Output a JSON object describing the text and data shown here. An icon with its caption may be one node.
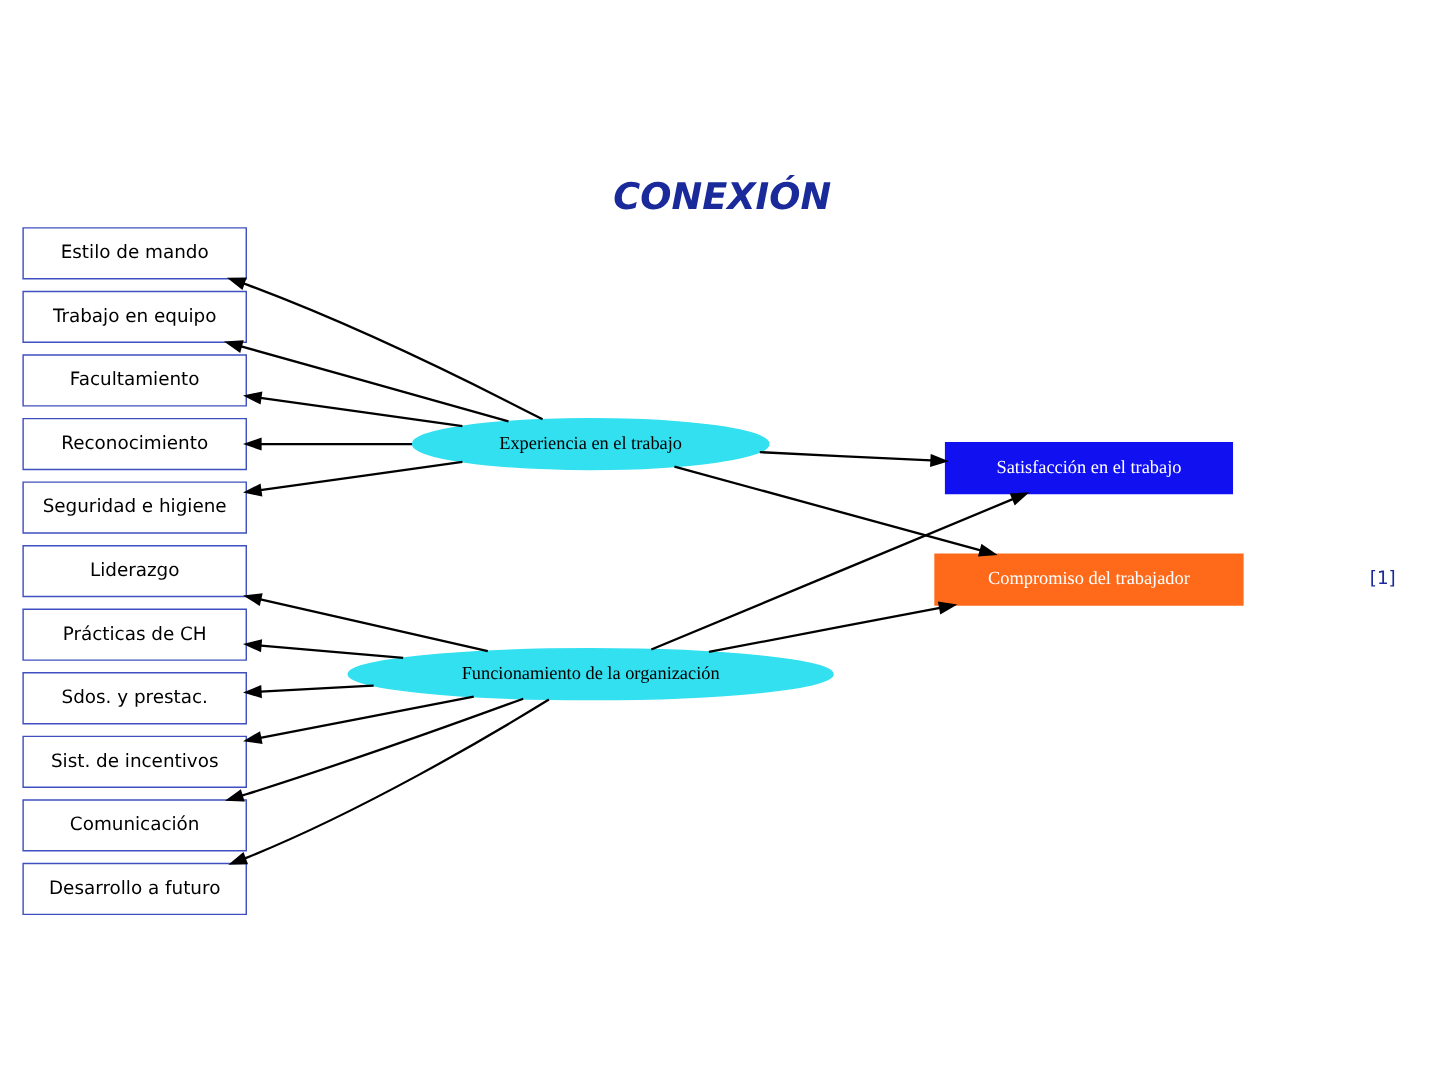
{
  "diagram": {
    "title": "CONEXIÓN",
    "nodes": [
      {
        "text": [
          "Estilo de mando"
        ]
      },
      {
        "text": [
          "Trabajo en equipo"
        ]
      },
      {
        "text": [
          "Facultamiento"
        ]
      },
      {
        "text": [
          "Reconocimiento"
        ]
      },
      {
        "text": [
          "Seguridad e higiene"
        ]
      },
      {
        "text": [
          "Liderazgo"
        ]
      },
      {
        "text": [
          "Prácticas de CH"
        ]
      },
      {
        "text": [
          "Sdos. y prestac."
        ]
      },
      {
        "text": [
          "Sist. de incentivos"
        ]
      },
      {
        "text": [
          "Comunicación"
        ]
      },
      {
        "text": [
          "Desarrollo a futuro"
        ]
      },
      {
        "text": [
          "Experiencia en el trabajo"
        ]
      },
      {
        "text": [
          "Funcionamiento de la organización"
        ]
      },
      {
        "text": [
          "Satisfacción en el trabajo"
        ]
      },
      {
        "text": [
          "Compromiso del trabajador"
        ]
      }
    ],
    "edges": [
      {
        "from": 11,
        "to": 0,
        "arrow": "to"
      },
      {
        "from": 11,
        "to": 1,
        "arrow": "to"
      },
      {
        "from": 11,
        "to": 2,
        "arrow": "to"
      },
      {
        "from": 11,
        "to": 3,
        "arrow": "to"
      },
      {
        "from": 11,
        "to": 4,
        "arrow": "to"
      },
      {
        "from": 12,
        "to": 5,
        "arrow": "to"
      },
      {
        "from": 12,
        "to": 6,
        "arrow": "to"
      },
      {
        "from": 12,
        "to": 7,
        "arrow": "to"
      },
      {
        "from": 12,
        "to": 8,
        "arrow": "to"
      },
      {
        "from": 12,
        "to": 9,
        "arrow": "to"
      },
      {
        "from": 12,
        "to": 10,
        "arrow": "to"
      },
      {
        "from": 11,
        "to": 13,
        "arrow": "to"
      },
      {
        "from": 11,
        "to": 14,
        "arrow": "to"
      },
      {
        "from": 12,
        "to": 13,
        "arrow": "to"
      },
      {
        "from": 12,
        "to": 14,
        "arrow": "to"
      }
    ],
    "labels": [
      "[1]"
    ]
  }
}
